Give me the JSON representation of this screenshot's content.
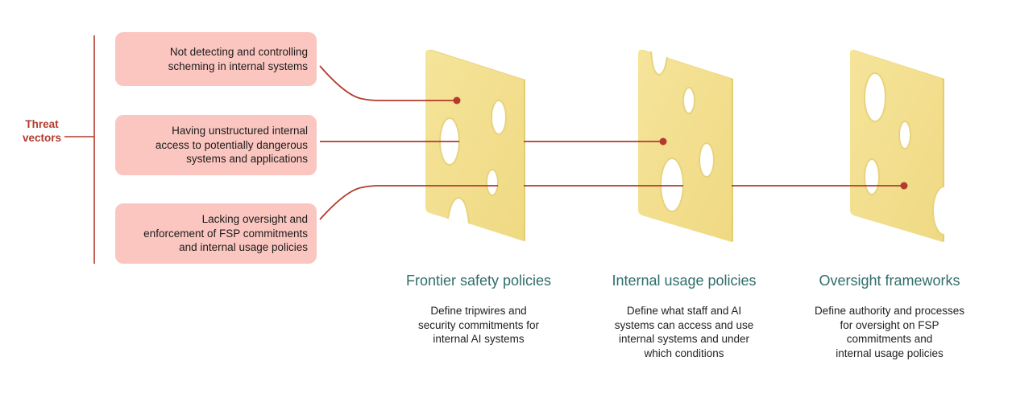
{
  "diagram": {
    "type": "swiss-cheese-model",
    "threat_vectors": {
      "label_line1": "Threat",
      "label_line2": "vectors",
      "items": [
        {
          "lines": [
            "Not detecting and controlling",
            "scheming in internal systems"
          ],
          "stops_at_layer": "Frontier safety policies"
        },
        {
          "lines": [
            "Having unstructured internal",
            "access to potentially dangerous",
            "systems and applications"
          ],
          "stops_at_layer": "Internal usage policies"
        },
        {
          "lines": [
            "Lacking oversight and",
            "enforcement of FSP commitments",
            "and internal usage policies"
          ],
          "stops_at_layer": "Oversight frameworks"
        }
      ]
    },
    "layers": [
      {
        "title": "Frontier safety policies",
        "description_lines": [
          "Define tripwires and",
          "security commitments for",
          "internal AI systems"
        ]
      },
      {
        "title": "Internal usage policies",
        "description_lines": [
          "Define what staff and AI",
          "systems can access and use",
          "internal systems and under",
          "which conditions"
        ]
      },
      {
        "title": "Oversight frameworks",
        "description_lines": [
          "Define authority and processes",
          "for oversight on FSP",
          "commitments and",
          "internal usage policies"
        ]
      }
    ],
    "colors": {
      "threat_box": "#fbc6c0",
      "threat_line": "#b33a2d",
      "cheese_face": "#f2df8c",
      "cheese_edge": "#e2cb6c",
      "layer_title": "#2e6e6a",
      "text": "#1c1c1c"
    }
  }
}
